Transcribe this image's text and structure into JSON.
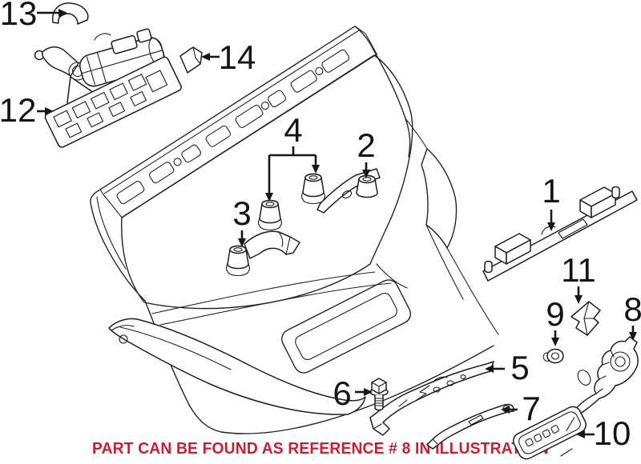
{
  "diagram": {
    "type": "exploded-parts-illustration",
    "subject": "vehicle tailgate / trunk lid exterior components",
    "caption": "PART CAN BE FOUND AS REFERENCE # 8 IN ILLUSTRATION",
    "highlight_reference": "8",
    "colors": {
      "background": "#ffffff",
      "line": "#242424",
      "label": "#141414",
      "caption": "#c8202e"
    },
    "callouts": [
      {
        "ref": "1",
        "part": "tailgate-lower-trim-strip"
      },
      {
        "ref": "2",
        "part": "rubber-buffer-with-bracket"
      },
      {
        "ref": "3",
        "part": "rubber-buffer-with-hook-bracket"
      },
      {
        "ref": "4",
        "part": "rubber-buffer-pair"
      },
      {
        "ref": "5",
        "part": "upper-support-bracket"
      },
      {
        "ref": "6",
        "part": "hex-flange-bolt"
      },
      {
        "ref": "7",
        "part": "lower-support-bracket"
      },
      {
        "ref": "8",
        "part": "tailgate-lock-actuator"
      },
      {
        "ref": "9",
        "part": "grommet-plug"
      },
      {
        "ref": "10",
        "part": "emblem-plate"
      },
      {
        "ref": "11",
        "part": "wedge-bracket"
      },
      {
        "ref": "12",
        "part": "tailgate-lock-assembly"
      },
      {
        "ref": "13",
        "part": "retaining-clip"
      },
      {
        "ref": "14",
        "part": "mounting-bracket"
      }
    ]
  }
}
